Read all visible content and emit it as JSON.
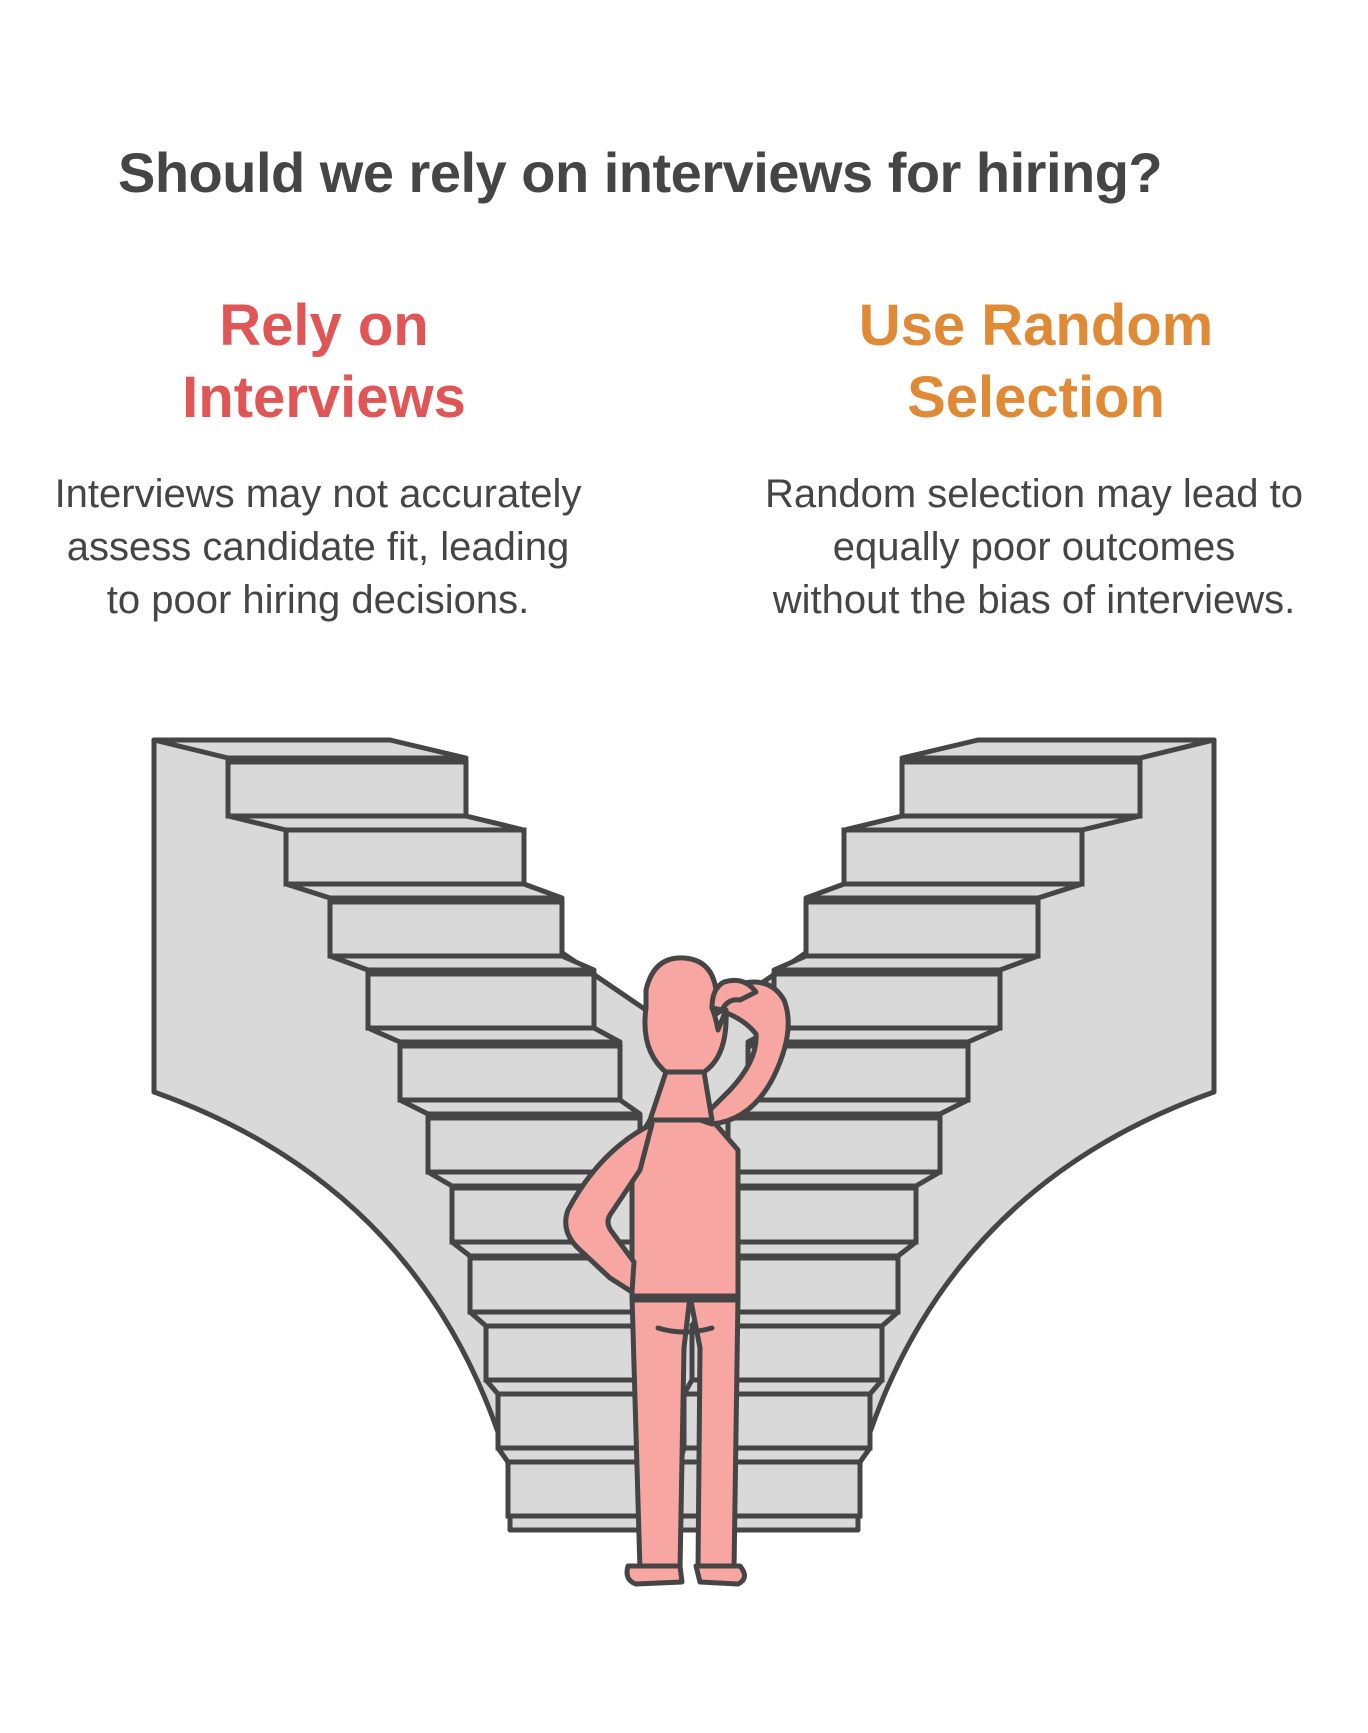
{
  "title": "Should we rely on interviews for hiring?",
  "options": [
    {
      "title": "Rely on\nInterviews",
      "description": "Interviews may not accurately assess candidate fit, leading to poor hiring decisions.",
      "color": "#E05555"
    },
    {
      "title": "Use Random\nSelection",
      "description": "Random selection may lead to equally poor outcomes without the bias of interviews.",
      "color": "#E08A36"
    }
  ],
  "colors": {
    "stairs_fill": "#D9D9D9",
    "outline": "#454545",
    "person_fill": "#F7A6A1"
  }
}
